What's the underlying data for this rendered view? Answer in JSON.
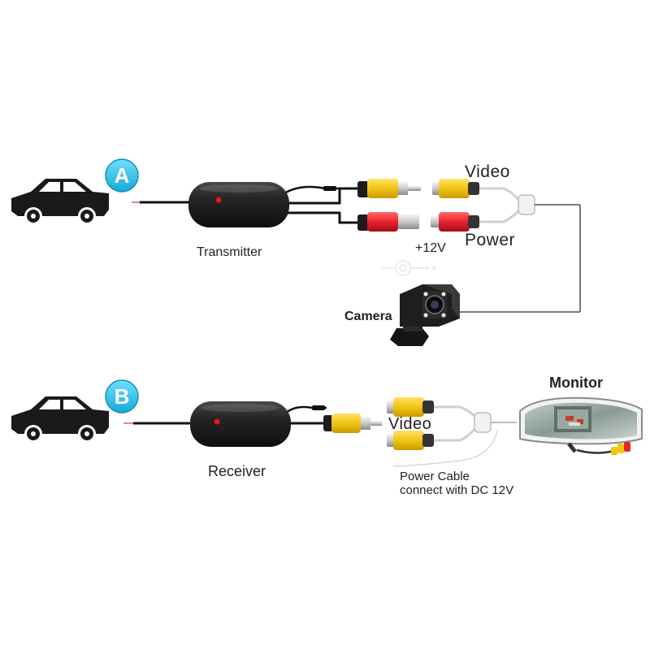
{
  "section_a": {
    "badge": "A",
    "transmitter_label": "Transmitter",
    "video_label": "Video",
    "power_label": "Power",
    "voltage_label": "+12V",
    "camera_label": "Camera"
  },
  "section_b": {
    "badge": "B",
    "receiver_label": "Receiver",
    "video_label": "Video",
    "monitor_label": "Monitor",
    "power_cable_line1": "Power Cable",
    "power_cable_line2": "connect with DC 12V"
  },
  "colors": {
    "badge_fill": "#2ec8ee",
    "rca_yellow": "#f2c413",
    "rca_red": "#e8232e",
    "device_body": "#1c1c1c",
    "led": "#e01818"
  },
  "icons": [
    "car-silhouette-icon",
    "transmitter-box-icon",
    "receiver-box-icon",
    "camera-icon",
    "monitor-mirror-icon",
    "rca-plug-icon"
  ]
}
